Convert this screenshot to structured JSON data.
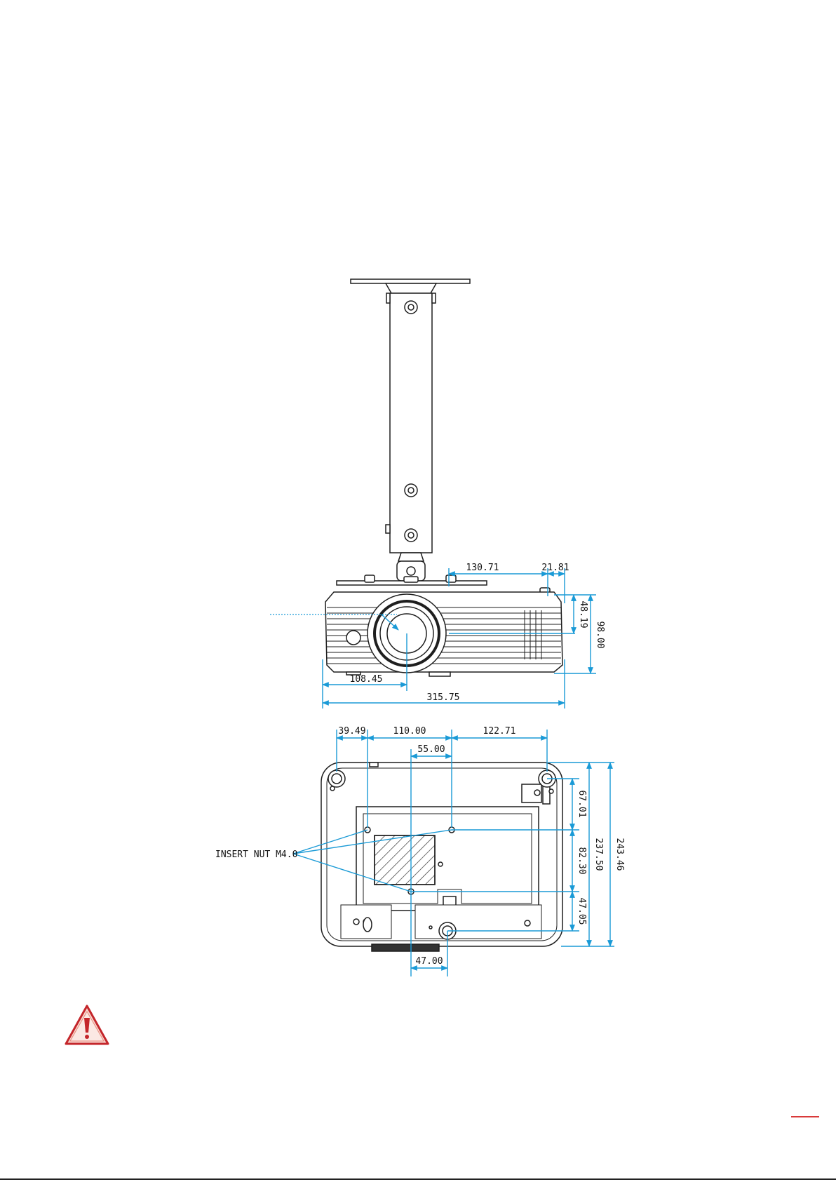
{
  "colors": {
    "dimension": "#1a9ad6",
    "outline": "#1e1e1e",
    "warning_fill": "#f7d7cf",
    "warning_stroke": "#c4262b",
    "page_mark": "#d93a3a"
  },
  "front_view": {
    "dims": {
      "top_left": "130.71",
      "top_right": "21.81",
      "right_inner": "48.19",
      "right_outer": "98.00",
      "bottom_left": "108.45",
      "bottom_total": "315.75"
    }
  },
  "bottom_view": {
    "dims": {
      "top_a": "39.49",
      "top_b": "110.00",
      "top_c": "122.71",
      "top_mid": "55.00",
      "right_a": "67.01",
      "right_b": "82.30",
      "right_c": "47.05",
      "right_total_inner": "237.50",
      "right_total_outer": "243.46",
      "bottom_mid": "47.00"
    },
    "callout_label": "INSERT NUT M4.0"
  },
  "icons": {
    "warning": "warning-triangle-icon"
  }
}
